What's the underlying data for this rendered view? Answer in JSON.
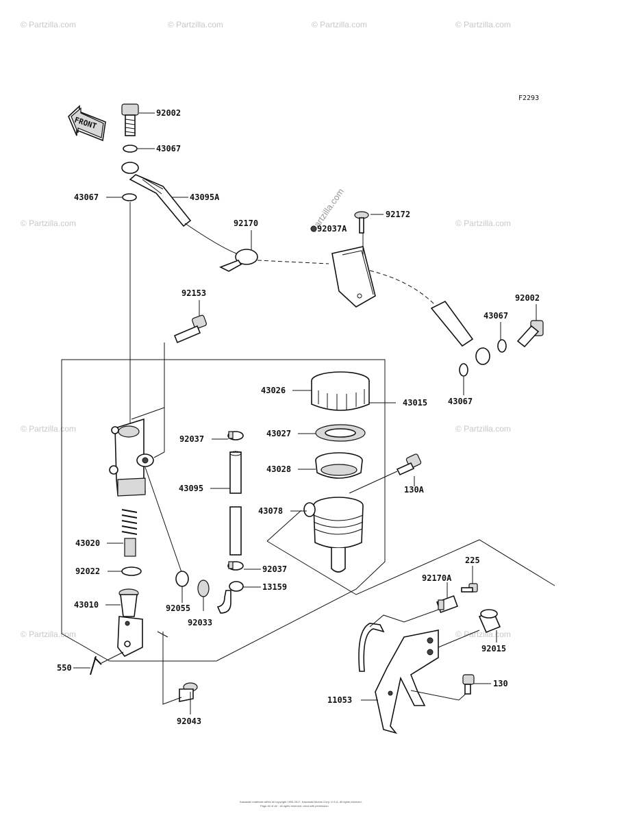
{
  "diagram": {
    "figure_code": "F2293",
    "front_label": "FRONT",
    "watermark": "© Partzilla.com",
    "watermark_center": "Partzilla.com",
    "footer_line1": "Kawasaki materials within all copyright 1995-2017, Kawasaki Motors Corp, U.S.A. All rights reserved.",
    "footer_line2": "Page ## of ##  ·  all rights reserved, used with permission"
  },
  "parts": {
    "p92002_top": "92002",
    "p43067_a": "43067",
    "p43067_b": "43067",
    "p43095A": "43095A",
    "p92170": "92170",
    "p92172": "92172",
    "p92037A": "92037A",
    "p92153": "92153",
    "p92002_right": "92002",
    "p43067_c": "43067",
    "p43067_d": "43067",
    "p43026": "43026",
    "p43015": "43015",
    "p92037_a": "92037",
    "p43027": "43027",
    "p43028": "43028",
    "p43095": "43095",
    "p130A": "130A",
    "p43078": "43078",
    "p43020": "43020",
    "p92022": "92022",
    "p92037_b": "92037",
    "p13159": "13159",
    "p43010": "43010",
    "p92055": "92055",
    "p92033": "92033",
    "p225": "225",
    "p92170A": "92170A",
    "p92015": "92015",
    "p550": "550",
    "p130": "130",
    "p11053": "11053",
    "p92043": "92043"
  }
}
